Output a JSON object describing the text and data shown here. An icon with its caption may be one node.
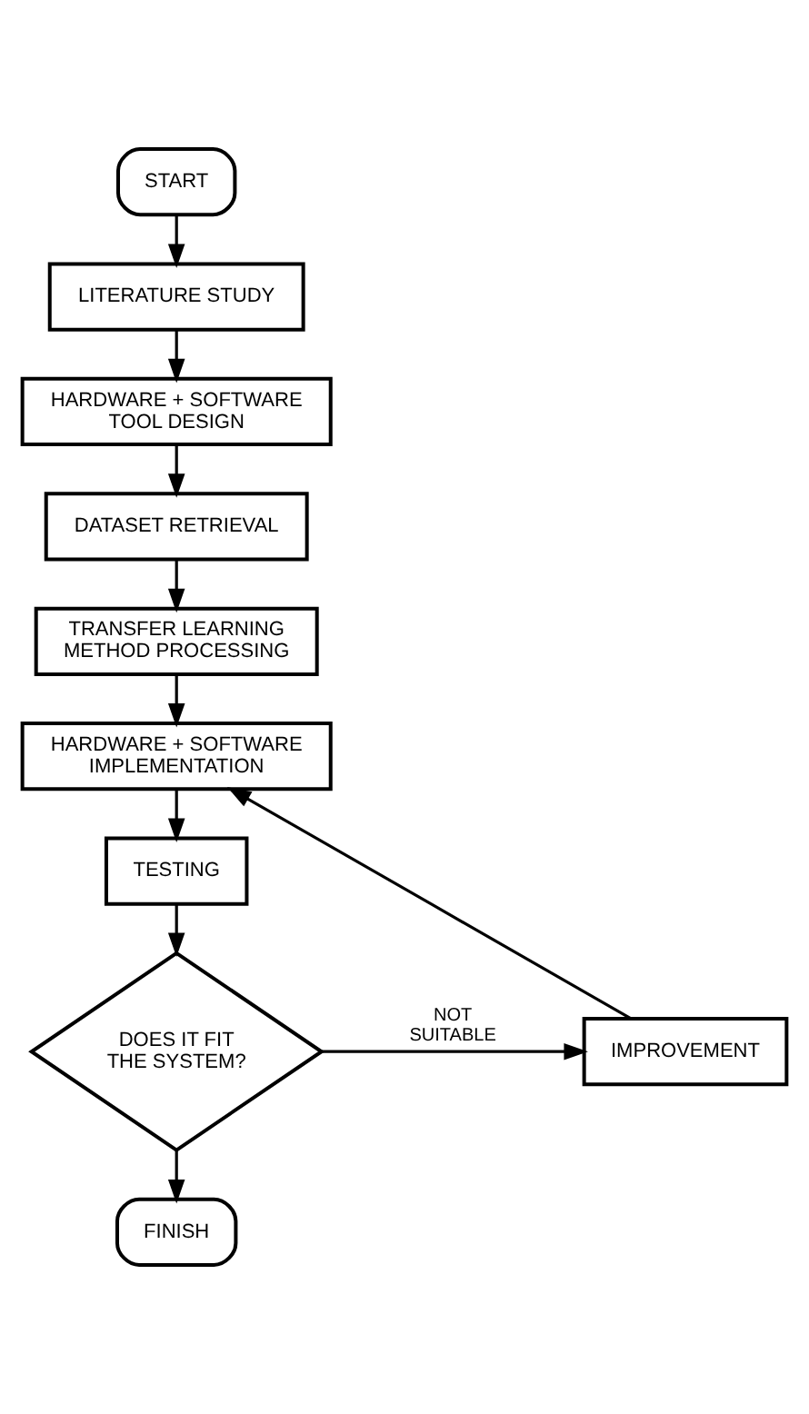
{
  "diagram": {
    "nodes": [
      {
        "text": [
          "START"
        ]
      },
      {
        "text": [
          "LITERATURE STUDY"
        ]
      },
      {
        "text": [
          "HARDWARE + SOFTWARE TOOL DESIGN"
        ]
      },
      {
        "text": [
          "DATASET RETRIEVAL"
        ]
      },
      {
        "text": [
          "TRANSFER LEARNING METHOD PROCESSING"
        ]
      },
      {
        "text": [
          "HARDWARE + SOFTWARE IMPLEMENTATION"
        ]
      },
      {
        "text": [
          "TESTING"
        ]
      },
      {
        "text": [
          "DOES IT FIT THE SYSTEM?"
        ]
      },
      {
        "text": [
          "IMPROVEMENT"
        ]
      },
      {
        "text": [
          "FINISH"
        ]
      }
    ],
    "edges": [
      {
        "from": 0,
        "to": 1,
        "arrow": "to"
      },
      {
        "from": 1,
        "to": 2,
        "arrow": "to"
      },
      {
        "from": 2,
        "to": 3,
        "arrow": "to"
      },
      {
        "from": 3,
        "to": 4,
        "arrow": "to"
      },
      {
        "from": 4,
        "to": 5,
        "arrow": "to"
      },
      {
        "from": 5,
        "to": 6,
        "arrow": "to"
      },
      {
        "from": 6,
        "to": 7,
        "arrow": "to"
      },
      {
        "from": 7,
        "to": 8,
        "arrow": "to",
        "label": "NOT SUITABLE"
      },
      {
        "from": 8,
        "to": 5,
        "arrow": "to"
      },
      {
        "from": 7,
        "to": 9,
        "arrow": "to"
      }
    ]
  }
}
